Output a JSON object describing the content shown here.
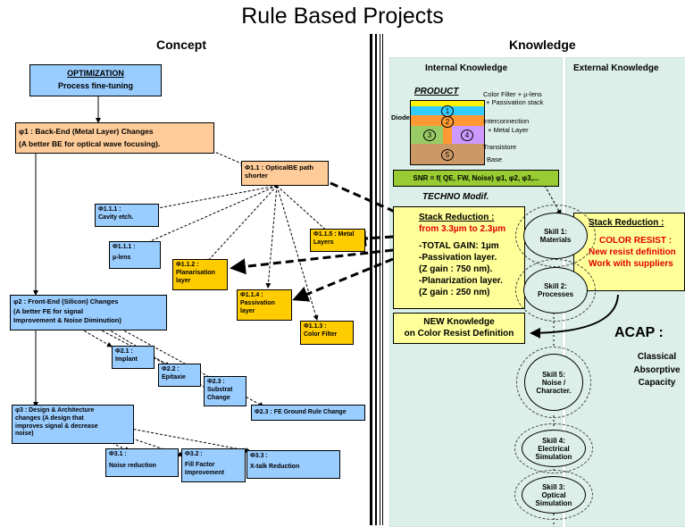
{
  "title": "Rule Based Projects",
  "concept": {
    "header": "Concept",
    "optimization": {
      "line1": "OPTIMIZATION",
      "line2": "Process fine-tuning"
    },
    "phi1": {
      "line1": "φ1 : Back-End (Metal Layer) Changes",
      "line2": "(A better BE for optical wave focusing)."
    },
    "phi11": {
      "line1": "Φ1.1 : OpticalBE path",
      "line2": "shorter"
    },
    "phi111": {
      "line1": "Φ1.1.1 :",
      "line2": "Cavity etch."
    },
    "phi111b": {
      "line1": "Φ1.1.1 :",
      "line2": "µ-lens"
    },
    "phi112": {
      "line1": "Φ1.1.2 :",
      "line2": "Planarisation",
      "line3": "layer"
    },
    "phi115": {
      "line1": "Φ1.1.5 : Metal",
      "line2": "Layers"
    },
    "phi114": {
      "line1": "Φ1.1.4 :",
      "line2": "Passivation",
      "line3": "layer"
    },
    "phi113": {
      "line1": "Φ1.1.3 :",
      "line2": "Color Filter"
    },
    "phi2": {
      "line1": "φ2 : Front-End (Silicon) Changes",
      "line2": "(A better FE for signal",
      "line3": "Improvement & Noise Diminution)"
    },
    "phi21": {
      "line1": "Φ2.1 :",
      "line2": "Implant"
    },
    "phi22": {
      "line1": "Φ2.2 :",
      "line2": "Epitaxie"
    },
    "phi23": {
      "line1": "Φ2.3 :",
      "line2": "Substrat",
      "line3": "Change"
    },
    "phi23b": {
      "line1": "Φ2.3 : FE Ground Rule Change"
    },
    "phi3": {
      "line1": "φ3 : Design & Architecture",
      "line2": "changes (A design that",
      "line3": "improves signal & decrease",
      "line4": "noise)"
    },
    "phi31": {
      "line1": "Φ3.1 :",
      "line2": "Noise reduction"
    },
    "phi32": {
      "line1": "Φ3.2 :",
      "line2": "Fill Factor",
      "line3": "Improvement"
    },
    "phi33": {
      "line1": "Φ3.3 :",
      "line2": "X-talk Reduction"
    }
  },
  "knowledge": {
    "header": "Knowledge",
    "internal": "Internal Knowledge",
    "external": "External Knowledge",
    "product": {
      "label": "PRODUCT",
      "color_filter": "Color Filter + µ-lens",
      "passivation": "+ Passivation stack",
      "interconnection": "Interconnection",
      "metal_layer": "+ Metal Layer",
      "transistor": "Transistore",
      "base": "Base",
      "diode": "Diode",
      "n1": "1",
      "n2": "2",
      "n3": "3",
      "n4": "4",
      "n5": "5"
    },
    "snr": "SNR = f( QE, FW, Noise) φ1, φ2, φ3,...",
    "techno": "TECHNO Modif.",
    "stack": {
      "title": "Stack Reduction :",
      "from": "from 3.3µm to 2.3µm",
      "total": "-TOTAL GAIN: 1µm",
      "pass": "-Passivation layer.",
      "zgain1": "(Z gain : 750 nm).",
      "plan": "-Planarization layer.",
      "zgain2": "(Z gain : 250 nm)"
    },
    "newk": {
      "line1": "NEW Knowledge",
      "line2": "on Color Resist Definition"
    },
    "ext": {
      "title": "Stack Reduction :",
      "line1": "COLOR RESIST :",
      "line2": "New resist definition",
      "line3": "Work with suppliers"
    },
    "skills": [
      {
        "l1": "Skill 1:",
        "l2": "Materials"
      },
      {
        "l1": "Skill 2:",
        "l2": "Processes"
      },
      {
        "l1": "Skill 5:",
        "l2": "Noise /",
        "l3": "Character."
      },
      {
        "l1": "Skill 4:",
        "l2": "Electrical",
        "l3": "Simulation"
      },
      {
        "l1": "Skill 3:",
        "l2": "Optical",
        "l3": "Simulation"
      }
    ],
    "acap": {
      "title": "ACAP :",
      "l1": "Classical",
      "l2": "Absorptive",
      "l3": "Capacity"
    }
  }
}
